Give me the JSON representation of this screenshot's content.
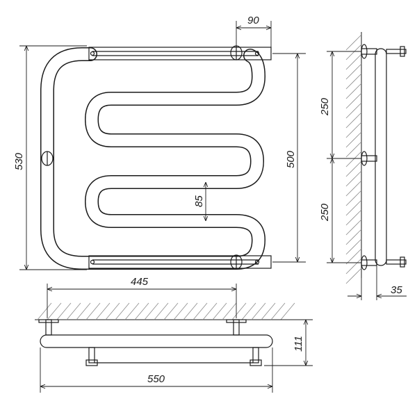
{
  "drawing": {
    "dimensions": {
      "top_offset": "90",
      "total_height": "530",
      "axis_distance": "500",
      "bend_gap": "85",
      "upper_mount": "250",
      "lower_mount": "250",
      "mount_spacing": "445",
      "total_width": "550",
      "depth": "111",
      "wall_clearance": "35"
    },
    "colors": {
      "line": "#1a1a1a",
      "hatch": "#8a8a8a"
    }
  }
}
